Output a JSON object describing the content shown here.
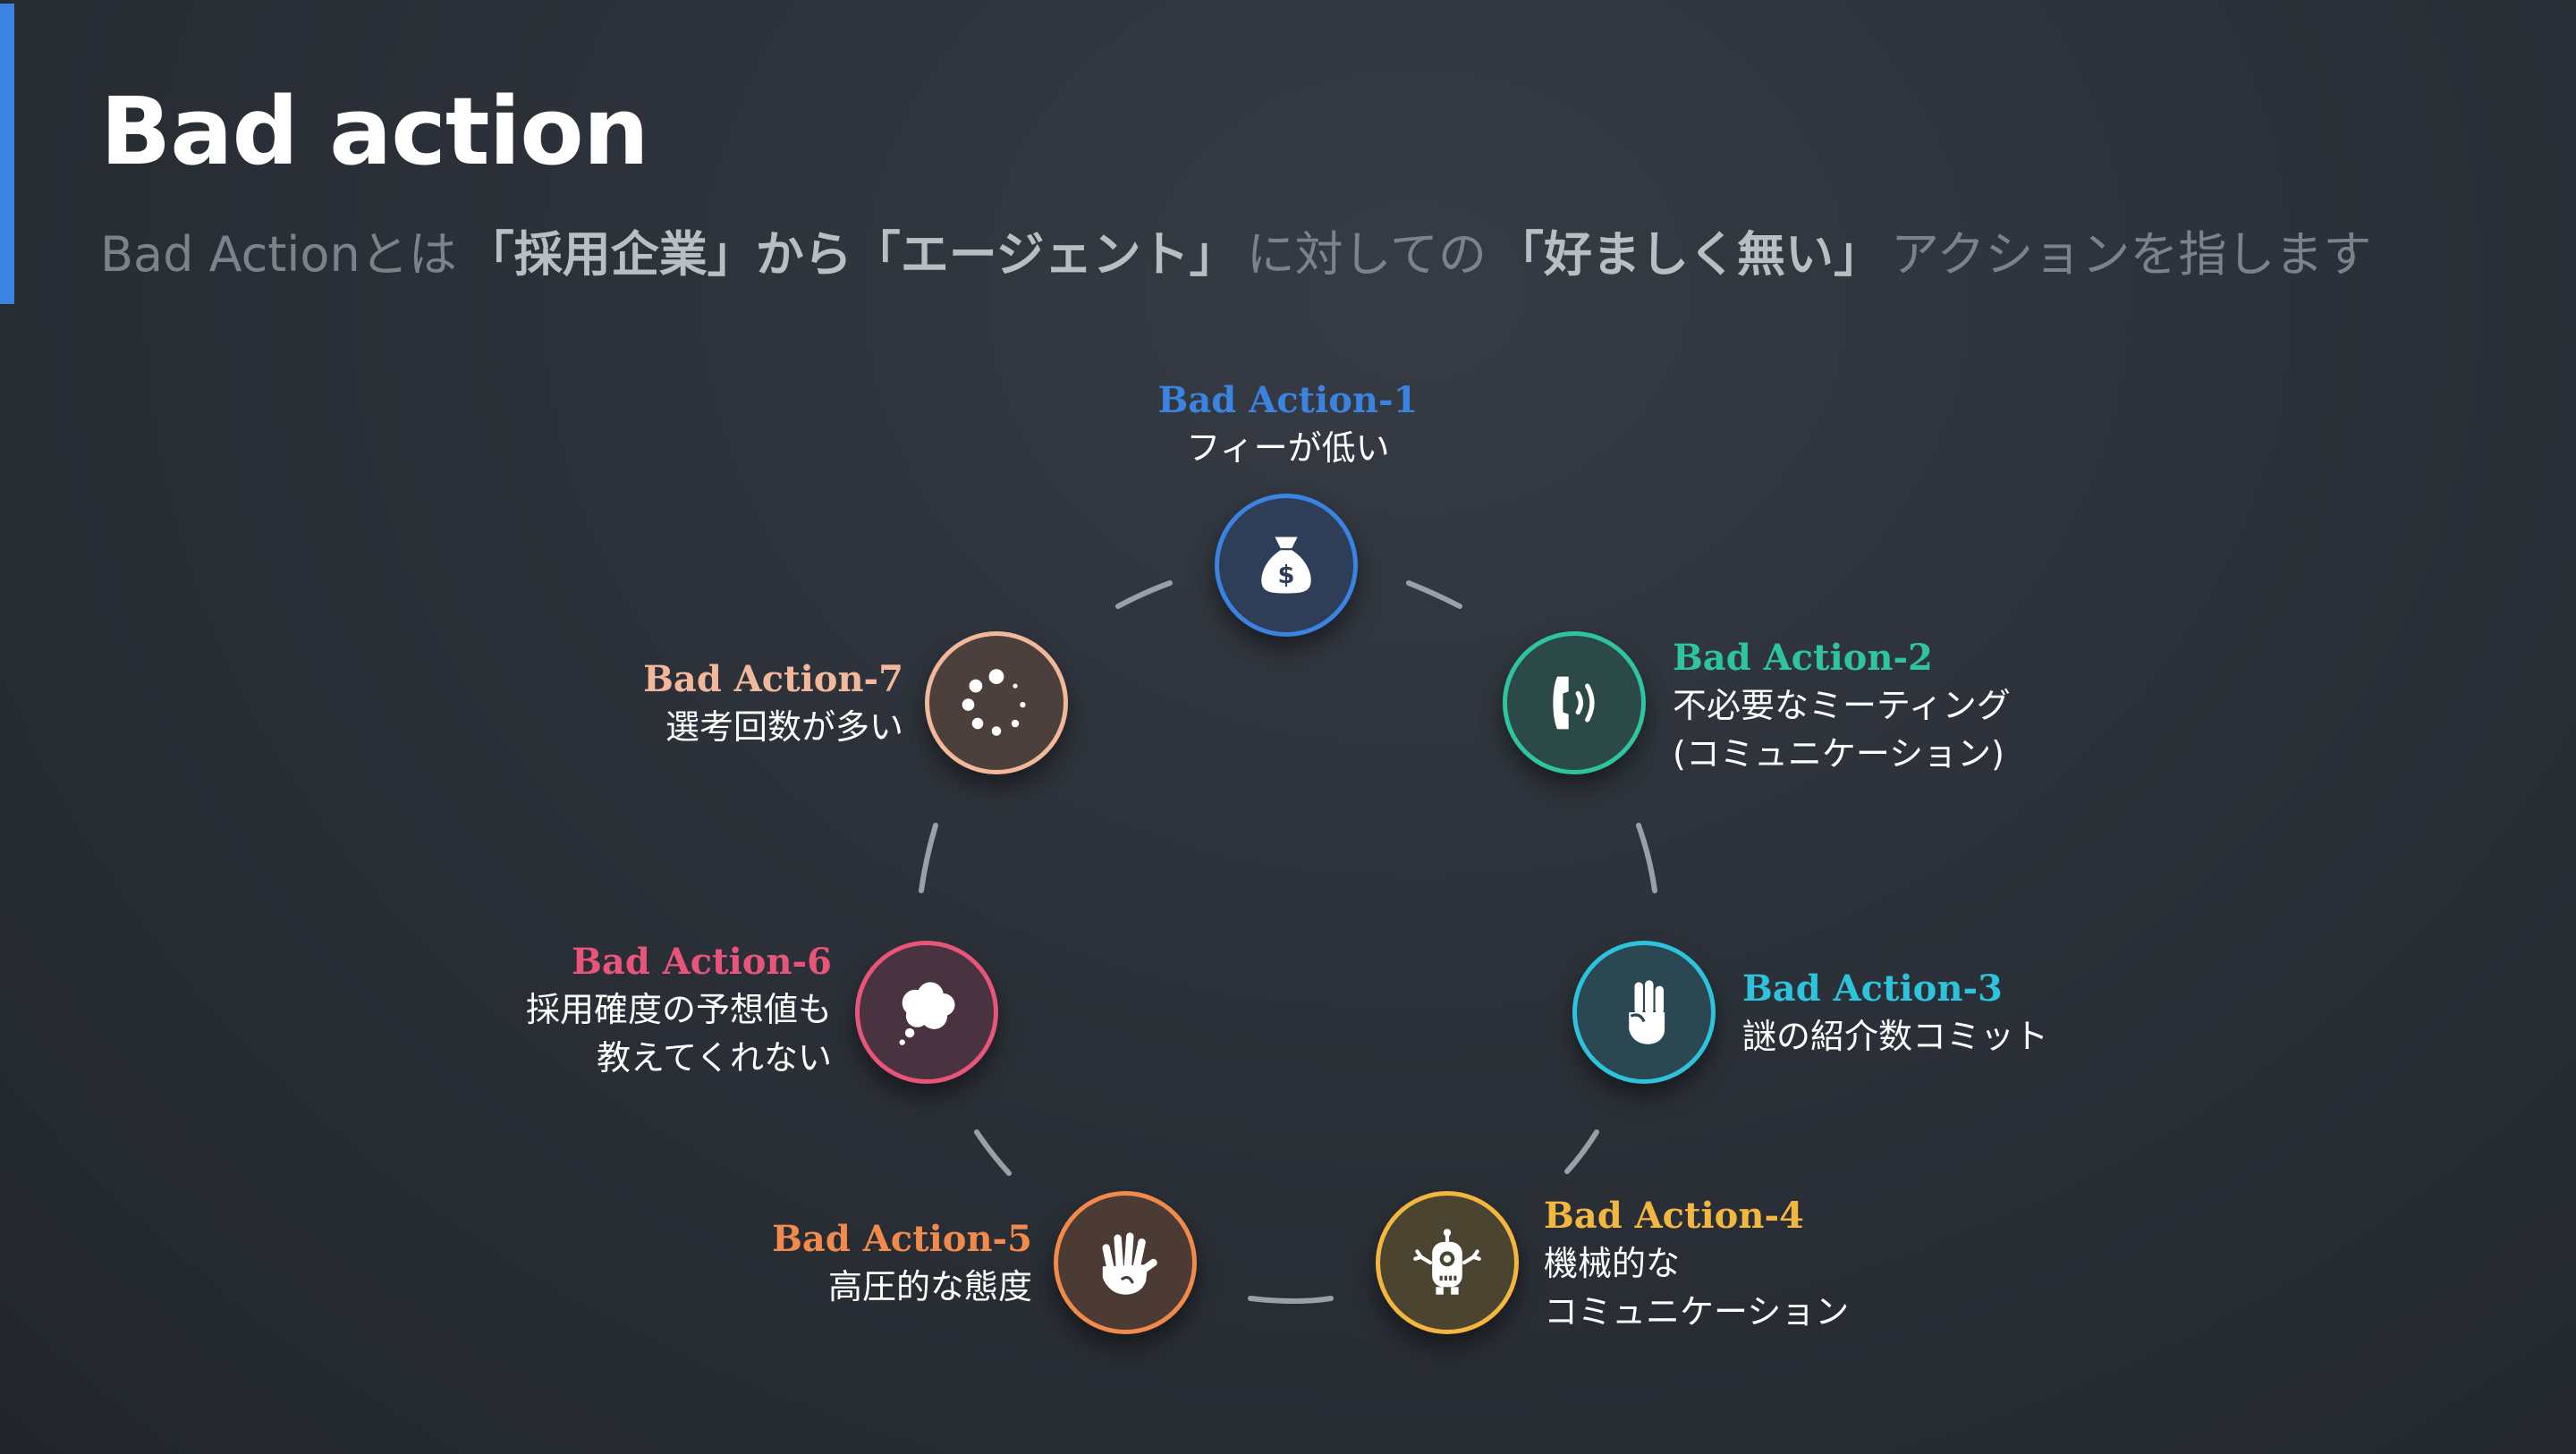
{
  "slide": {
    "title": "Bad action",
    "subtitle": {
      "p1": "Bad Actionとは",
      "b1": "「採用企業」から「エージェント」",
      "p2": "に対しての",
      "b2": "「好ましく無い」",
      "p3": "アクションを指します"
    }
  },
  "colors": {
    "accent": "#3a83e0",
    "a1": "#3a83e0",
    "a2": "#2fc4a0",
    "a3": "#2ec3dc",
    "a4": "#f3b63f",
    "a5": "#f28a4c",
    "a6": "#e8547a",
    "a7": "#f3b89a"
  },
  "actions": [
    {
      "id": "Bad Action-1",
      "lines": [
        "フィーが低い"
      ],
      "icon": "money-bag-icon"
    },
    {
      "id": "Bad Action-2",
      "lines": [
        "不必要なミーティング",
        "(コミュニケーション)"
      ],
      "icon": "phone-icon"
    },
    {
      "id": "Bad Action-3",
      "lines": [
        "謎の紹介数コミット"
      ],
      "icon": "three-fingers-icon"
    },
    {
      "id": "Bad Action-4",
      "lines": [
        "機械的な",
        "コミュニケーション"
      ],
      "icon": "robot-icon"
    },
    {
      "id": "Bad Action-5",
      "lines": [
        "高圧的な態度"
      ],
      "icon": "hand-icon"
    },
    {
      "id": "Bad Action-6",
      "lines": [
        "採用確度の予想値も",
        "教えてくれない"
      ],
      "icon": "thought-bubble-icon"
    },
    {
      "id": "Bad Action-7",
      "lines": [
        "選考回数が多い"
      ],
      "icon": "spinner-icon"
    }
  ]
}
